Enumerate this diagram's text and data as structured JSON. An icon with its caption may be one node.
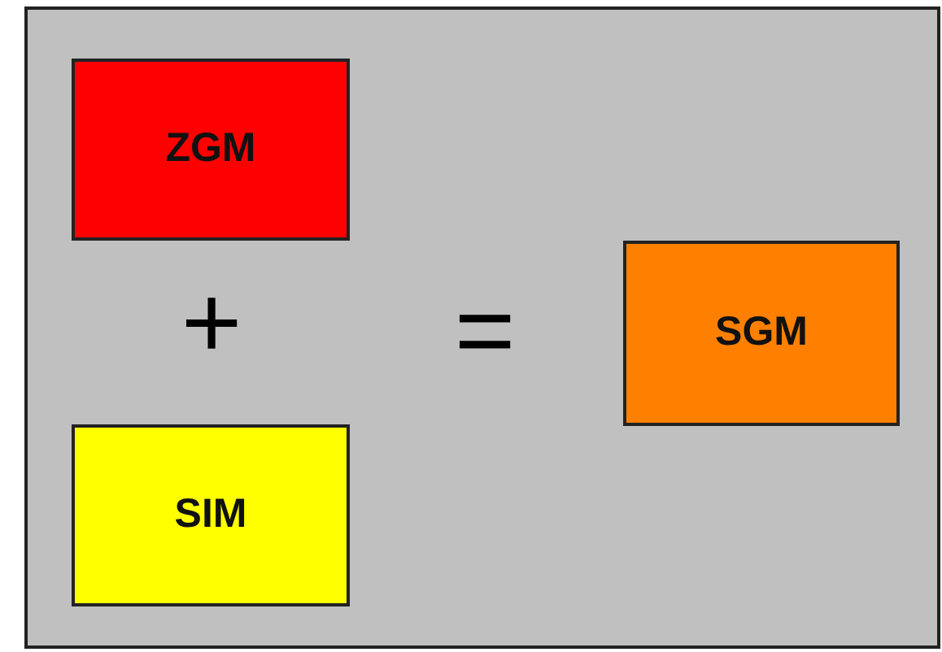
{
  "diagram": {
    "nodes": [
      {
        "text": [],
        "shape": "box"
      },
      {
        "text": [
          "ZGM"
        ],
        "in": 0
      },
      {
        "text": [
          "SIM"
        ],
        "in": 0
      },
      {
        "text": [
          "SGM"
        ],
        "in": 0
      }
    ],
    "labels": [
      "+",
      "="
    ]
  }
}
